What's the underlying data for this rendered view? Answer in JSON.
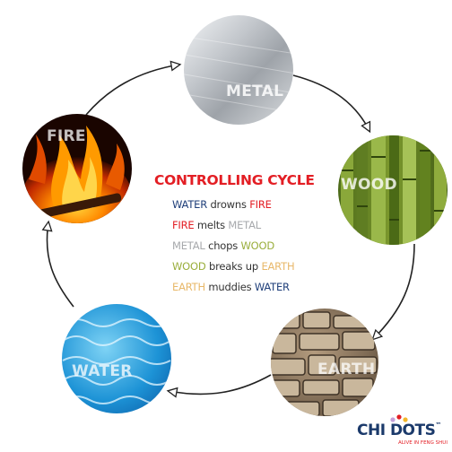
{
  "diagram": {
    "title": "CONTROLLING CYCLE",
    "nodes": [
      {
        "id": "metal",
        "label": "METAL"
      },
      {
        "id": "wood",
        "label": "WOOD"
      },
      {
        "id": "earth",
        "label": "EARTH"
      },
      {
        "id": "water",
        "label": "WATER"
      },
      {
        "id": "fire",
        "label": "FIRE"
      }
    ],
    "rules": [
      {
        "subject": "WATER",
        "verb": " drowns ",
        "object": "FIRE"
      },
      {
        "subject": "FIRE",
        "verb": " melts ",
        "object": "METAL"
      },
      {
        "subject": "METAL",
        "verb": " chops ",
        "object": "WOOD"
      },
      {
        "subject": "WOOD",
        "verb": " breaks up ",
        "object": "EARTH"
      },
      {
        "subject": "EARTH",
        "verb": " muddies ",
        "object": "WATER"
      }
    ],
    "element_colors": {
      "WATER": "#1f3f7a",
      "FIRE": "#e31e24",
      "METAL": "#a7a9ac",
      "WOOD": "#9aae3c",
      "EARTH": "#e8b86a"
    }
  },
  "logo": {
    "brand": "CHI DOTS",
    "trademark": "™",
    "tagline": "ALIVE IN FENG SHUI"
  }
}
